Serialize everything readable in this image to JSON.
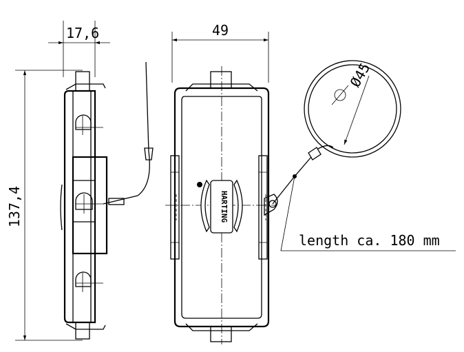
{
  "dimensions": {
    "side_width": "17,6",
    "front_width": "49",
    "height": "137,4",
    "diameter": "Ø45",
    "length_note": "length ca. 180 mm"
  },
  "logo": {
    "text": "HARTING"
  },
  "colors": {
    "line": "#000000",
    "background": "#ffffff"
  }
}
